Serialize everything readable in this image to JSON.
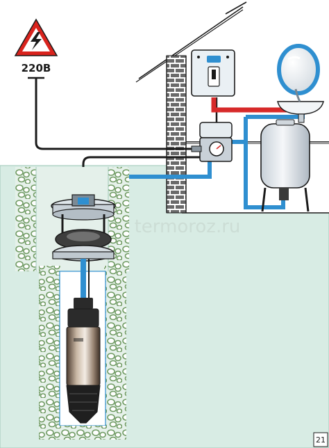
{
  "diagram": {
    "voltage_label": "220В",
    "watermark": "termoroz.ru",
    "page_number": "21",
    "colors": {
      "ground": "#d8ece4",
      "ground_stroke": "#9fc9b8",
      "gravel": "#88b07a",
      "water_pipe": "#2f8fd0",
      "hot_pipe": "#d72a2a",
      "cable": "#1a1a1a",
      "wall_brick": "#6a6a6a",
      "tank": "#e9eef2",
      "warning": "#d9231d",
      "mirror_frame": "#2f8fd0"
    },
    "icons": {
      "warning": "high-voltage-warning-icon",
      "switch": "switch-box-icon",
      "pressure": "pressure-switch-icon",
      "tank": "pressure-tank-icon",
      "sink": "sink-icon",
      "mirror": "mirror-icon",
      "pump": "submersible-pump-icon",
      "wellhead": "well-head-icon"
    }
  }
}
